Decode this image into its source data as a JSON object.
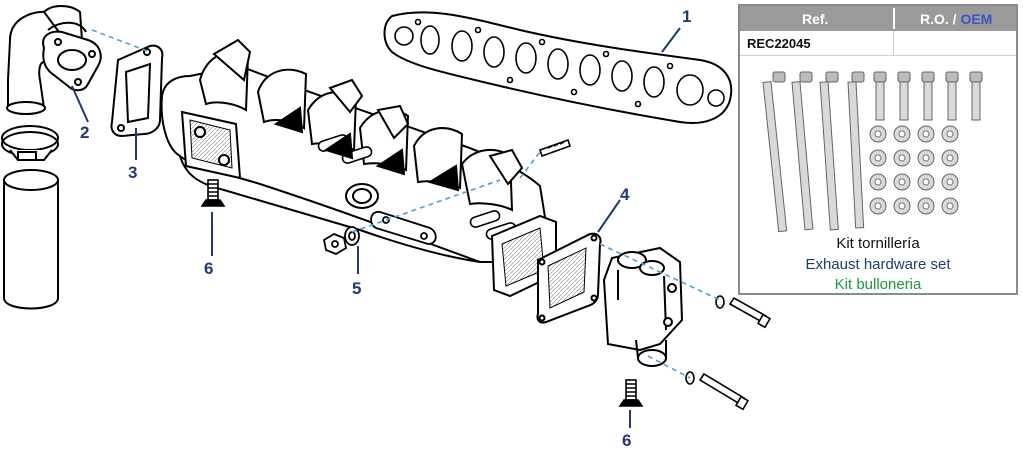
{
  "callouts": [
    "1",
    "2",
    "3",
    "4",
    "5",
    "6",
    "6"
  ],
  "panel": {
    "ref_header": "Ref.",
    "ro_header": "R.O.",
    "ro_sep": " / ",
    "oem_header": "OEM",
    "ref_value": "REC22045",
    "title_es": "Kit tornillería",
    "title_en": "Exhaust hardware set",
    "title_pt": "Kit bulloneria"
  },
  "colors": {
    "callout": "#1e3a78",
    "leader_dash": "#4aa3d8",
    "header_bg": "#9a9a9a",
    "oem_text": "#3a55c8",
    "en_text": "#1e3a78",
    "pt_text": "#1f9a3a"
  }
}
